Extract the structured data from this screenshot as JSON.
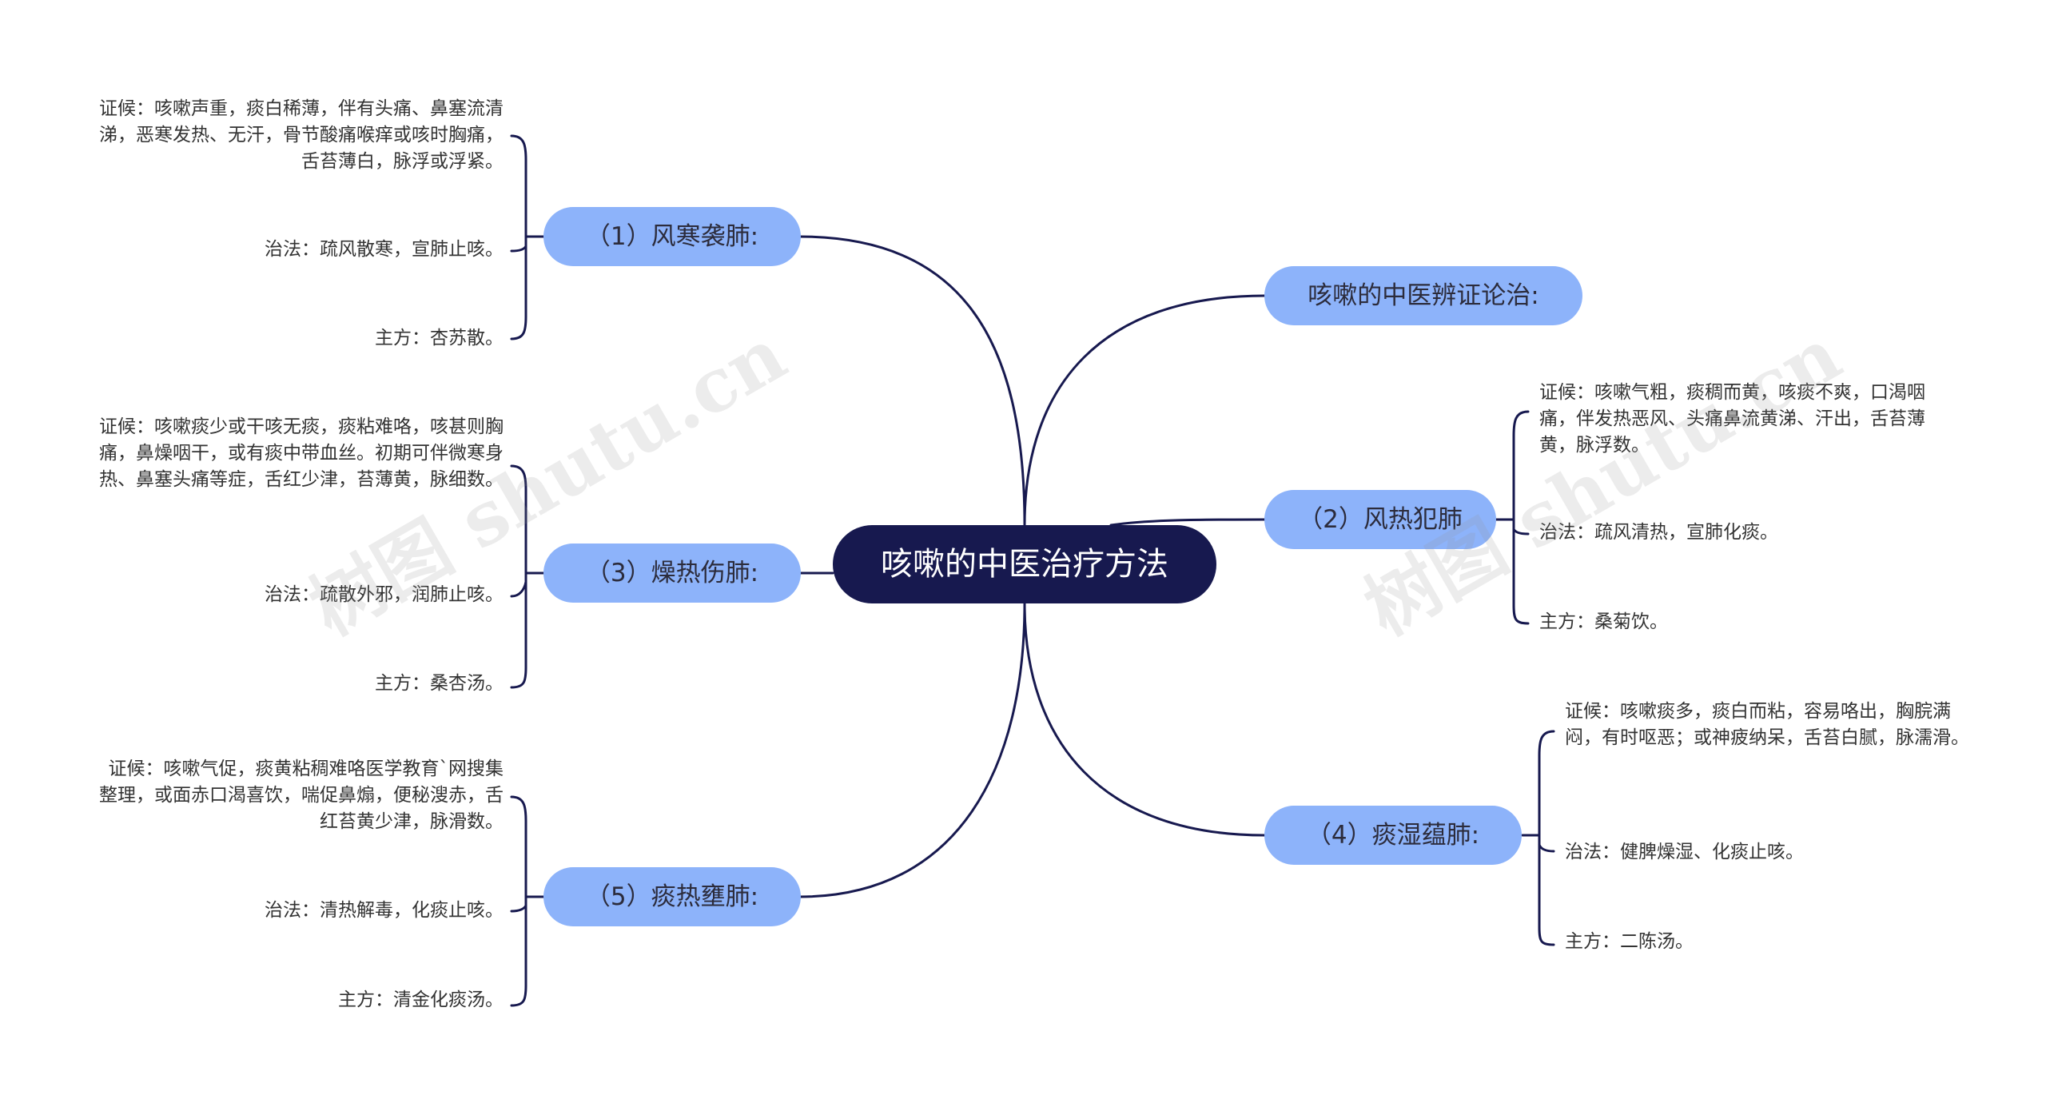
{
  "root": {
    "title": "咳嗽的中医治疗方法"
  },
  "branches": {
    "b1": {
      "label": "（1）风寒袭肺:",
      "notes": [
        "证候：咳嗽声重，痰白稀薄，伴有头痛、鼻塞流清涕，恶寒发热、无汗，骨节酸痛喉痒或咳时胸痛，舌苔薄白，脉浮或浮紧。",
        "治法：疏风散寒，宣肺止咳。",
        "主方：杏苏散。"
      ]
    },
    "b3": {
      "label": "（3）燥热伤肺:",
      "notes": [
        "证候：咳嗽痰少或干咳无痰，痰粘难咯，咳甚则胸痛，鼻燥咽干，或有痰中带血丝。初期可伴微寒身热、鼻塞头痛等症，舌红少津，苔薄黄，脉细数。",
        "治法：疏散外邪，润肺止咳。",
        "主方：桑杏汤。"
      ]
    },
    "b5": {
      "label": "（5）痰热壅肺:",
      "notes": [
        "证候：咳嗽气促，痰黄粘稠难咯医学教育`网搜集整理，或面赤口渴喜饮，喘促鼻煽，便秘溲赤，舌红苔黄少津，脉滑数。",
        "治法：清热解毒，化痰止咳。",
        "主方：清金化痰汤。"
      ]
    },
    "b0": {
      "label": "咳嗽的中医辨证论治:"
    },
    "b2": {
      "label": "（2）风热犯肺",
      "notes": [
        "证候：咳嗽气粗，痰稠而黄，咳痰不爽，口渴咽痛，伴发热恶风、头痛鼻流黄涕、汗出，舌苔薄黄，脉浮数。",
        "治法：疏风清热，宣肺化痰。",
        "主方：桑菊饮。"
      ]
    },
    "b4": {
      "label": "（4）痰湿蕴肺:",
      "notes": [
        "证候：咳嗽痰多，痰白而粘，容易咯出，胸脘满闷，有时呕恶；或神疲纳呆，舌苔白腻，脉濡滑。",
        "治法：健脾燥湿、化痰止咳。",
        "主方：二陈汤。"
      ]
    }
  },
  "watermark": {
    "text": "树图 shutu.cn"
  },
  "colors": {
    "root_bg": "#17194f",
    "branch_bg": "#8db3fa",
    "line": "#17194f"
  }
}
